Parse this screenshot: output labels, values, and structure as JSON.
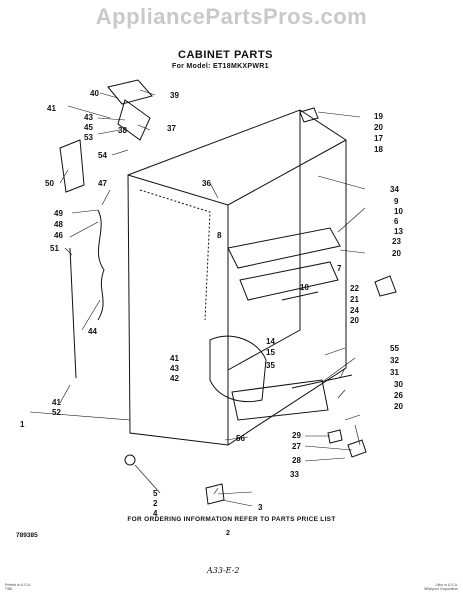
{
  "watermark": "AppliancePartsPros.com",
  "title": "CABINET PARTS",
  "subtitle": "For Model: ET18MKXPWR1",
  "footer_note": "FOR ORDERING INFORMATION REFER TO PARTS PRICE LIST",
  "page_number": "2",
  "doc_number": "789385",
  "handwritten_code": "A33-E-2",
  "fine_print_left": [
    "Printed in U.S.A.",
    "7/88"
  ],
  "fine_print_right": [
    "Litho in U.S.A.",
    "Whirlpool Corporation"
  ],
  "callouts": {
    "c41a": "41",
    "c40": "40",
    "c39": "39",
    "c43": "43",
    "c45": "45",
    "c53": "53",
    "c38": "38",
    "c37": "37",
    "c54": "54",
    "c50": "50",
    "c47": "47",
    "c49": "49",
    "c48": "48",
    "c46": "46",
    "c51": "51",
    "c44": "44",
    "c36": "36",
    "c19": "19",
    "c20a": "20",
    "c17": "17",
    "c18": "18",
    "c34": "34",
    "c9": "9",
    "c10a": "10",
    "c6": "6",
    "c13": "13",
    "c23": "23",
    "c20b": "20",
    "c8": "8",
    "c7": "7",
    "c10b": "10",
    "c22": "22",
    "c21": "21",
    "c24": "24",
    "c20c": "20",
    "c14": "14",
    "c15": "15",
    "c35": "35",
    "c41b": "41",
    "c43b": "43",
    "c42": "42",
    "c55": "55",
    "c32": "32",
    "c31": "31",
    "c30": "30",
    "c26": "26",
    "c20d": "20",
    "c41c": "41",
    "c52": "52",
    "c1": "1",
    "c56": "56",
    "c29": "29",
    "c27": "27",
    "c28": "28",
    "c33": "33",
    "c5": "5",
    "c2": "2",
    "c4": "4",
    "c3": "3"
  }
}
